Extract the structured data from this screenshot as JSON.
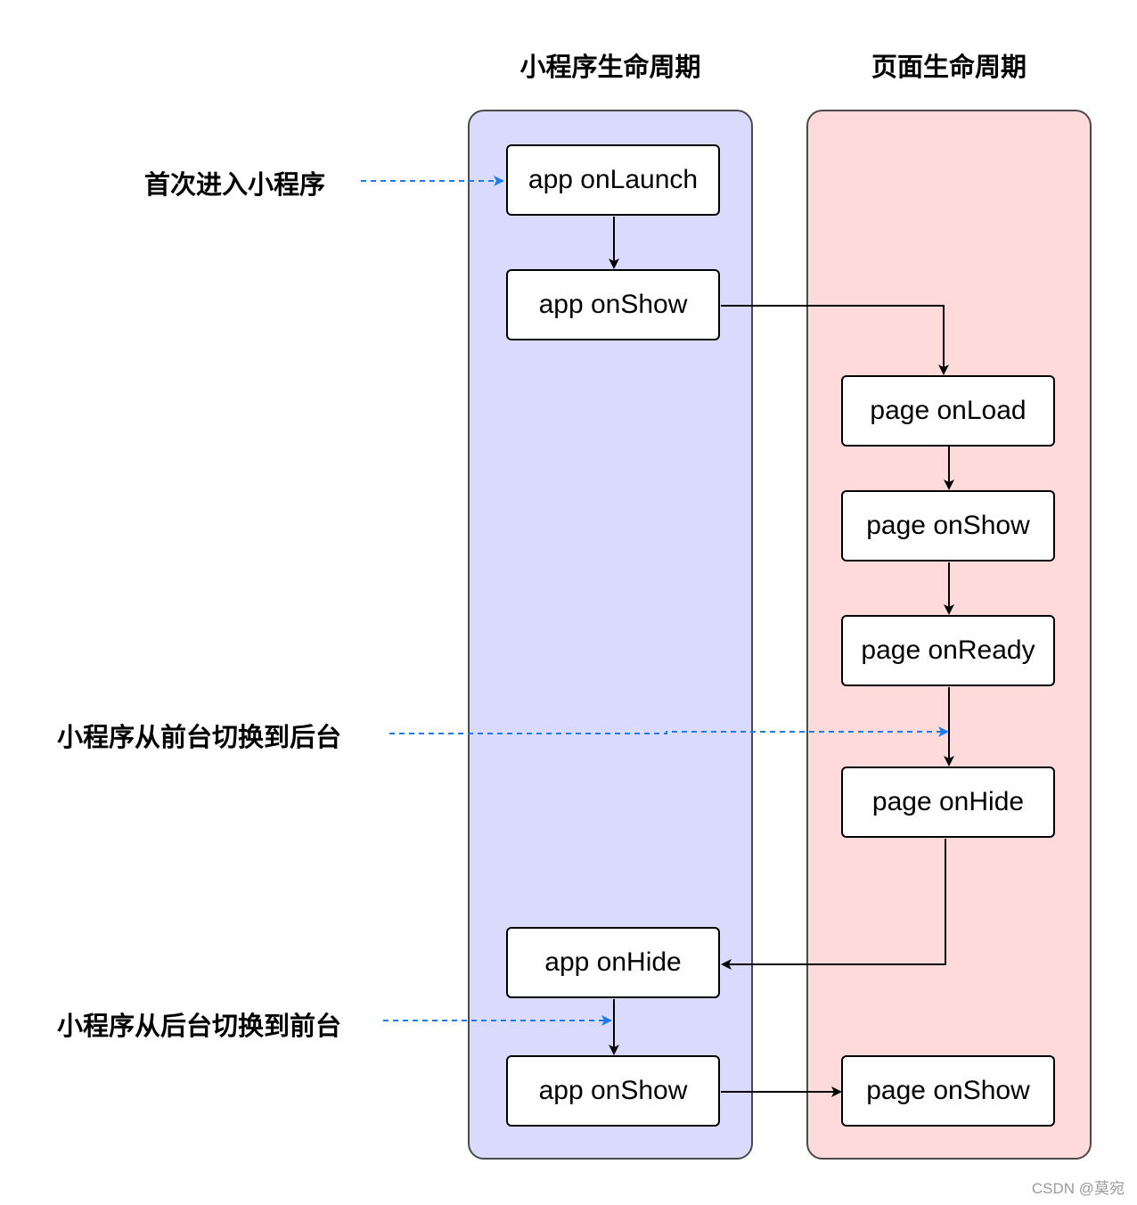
{
  "lanes": {
    "app": {
      "title": "小程序生命周期"
    },
    "page": {
      "title": "页面生命周期"
    }
  },
  "nodes": {
    "app_onlaunch": "app onLaunch",
    "app_onshow_1": "app onShow",
    "page_onload": "page onLoad",
    "page_onshow_1": "page onShow",
    "page_onready": "page onReady",
    "page_onhide": "page onHide",
    "app_onhide": "app onHide",
    "app_onshow_2": "app onShow",
    "page_onshow_2": "page onShow"
  },
  "events": {
    "first_enter": "首次进入小程序",
    "to_background": "小程序从前台切换到后台",
    "to_foreground": "小程序从后台切换到前台"
  },
  "colors": {
    "app_lane_fill": "#dadafc",
    "page_lane_fill": "#fedada",
    "event_arrow": "#1a7cf5",
    "flow_arrow": "#000000"
  },
  "watermark": "CSDN @莫宛"
}
